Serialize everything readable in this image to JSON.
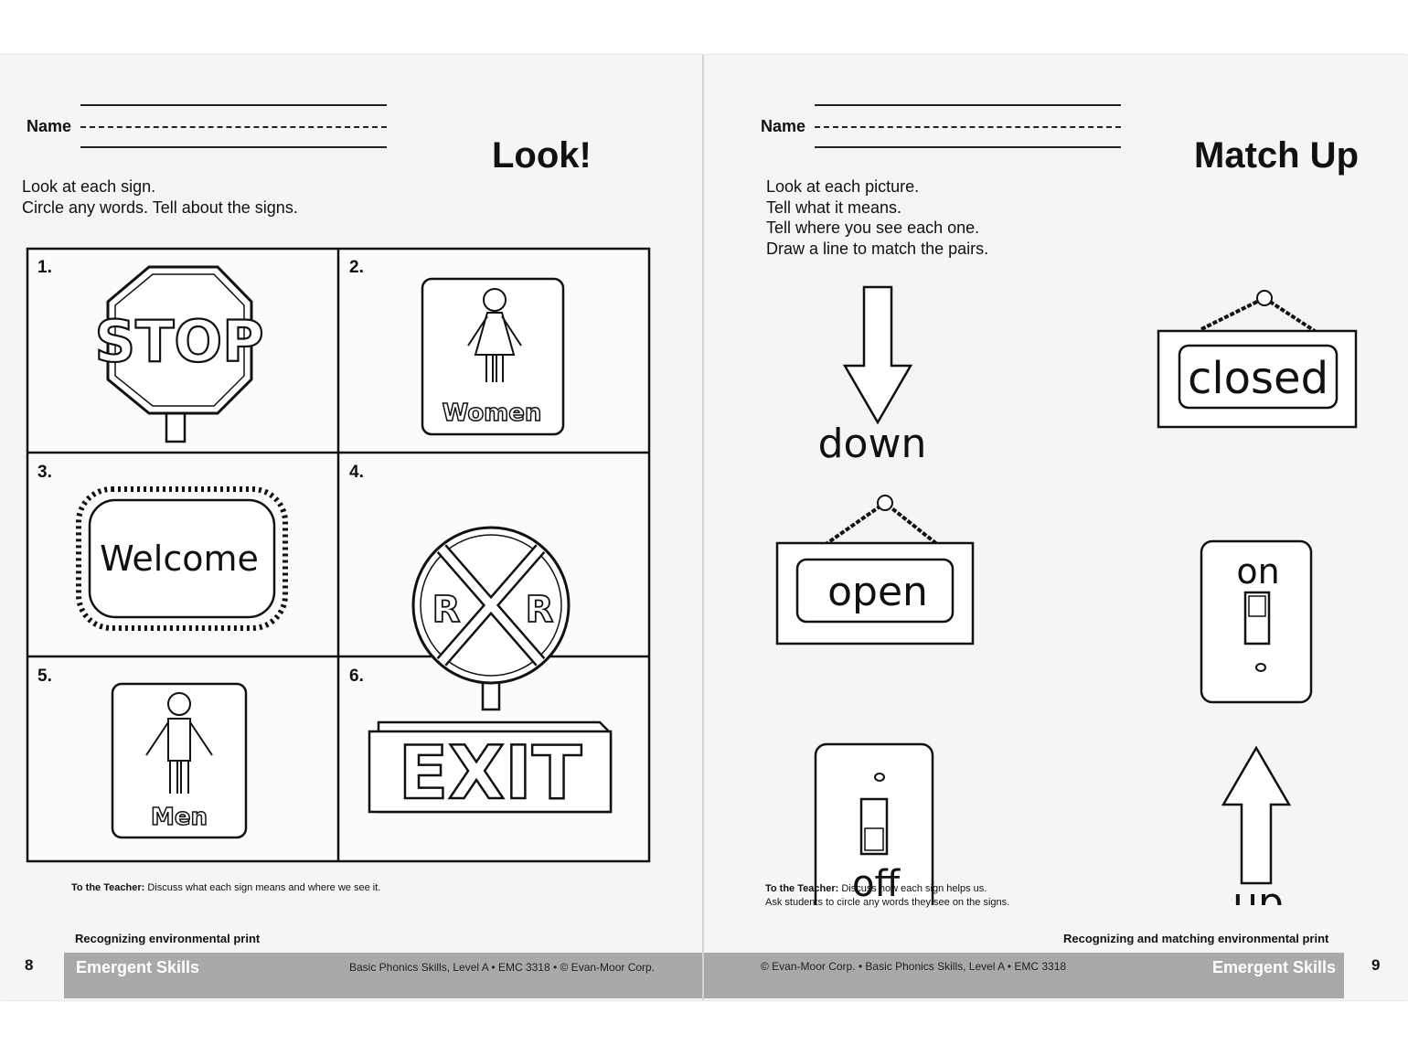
{
  "left_page": {
    "name_label": "Name",
    "title": "Look!",
    "instructions": [
      "Look at each sign.",
      "Circle any words. Tell about the signs."
    ],
    "cells": [
      {
        "number": "1.",
        "sign_text": "STOP",
        "icon": "stop-sign-icon"
      },
      {
        "number": "2.",
        "sign_text": "Women",
        "icon": "women-restroom-icon"
      },
      {
        "number": "3.",
        "sign_text": "Welcome",
        "icon": "welcome-mat-icon"
      },
      {
        "number": "4.",
        "sign_text": "R",
        "icon": "railroad-crossing-icon"
      },
      {
        "number": "5.",
        "sign_text": "Men",
        "icon": "men-restroom-icon"
      },
      {
        "number": "6.",
        "sign_text": "EXIT",
        "icon": "exit-sign-icon"
      }
    ],
    "teacher_label": "To the Teacher:",
    "teacher_note": "Discuss what each sign means and where we see it.",
    "skill": "Recognizing environmental print",
    "page_number": "8",
    "band_title": "Emergent Skills",
    "band_info": "Basic Phonics Skills, Level A • EMC 3318 • © Evan-Moor Corp."
  },
  "right_page": {
    "name_label": "Name",
    "title": "Match Up",
    "instructions": [
      "Look at each picture.",
      "Tell what it means.",
      "Tell where you see each one.",
      "Draw a line to match the pairs."
    ],
    "pictures": {
      "down": "down",
      "closed": "closed",
      "open": "open",
      "on": "on",
      "off": "off",
      "up": "up"
    },
    "teacher_label": "To the Teacher:",
    "teacher_note_1": "Discuss how each sign helps us.",
    "teacher_note_2": "Ask students to circle any words they see on the signs.",
    "skill": "Recognizing and matching environmental print",
    "page_number": "9",
    "band_title": "Emergent Skills",
    "band_info": "© Evan-Moor Corp. • Basic Phonics Skills, Level A • EMC 3318"
  }
}
